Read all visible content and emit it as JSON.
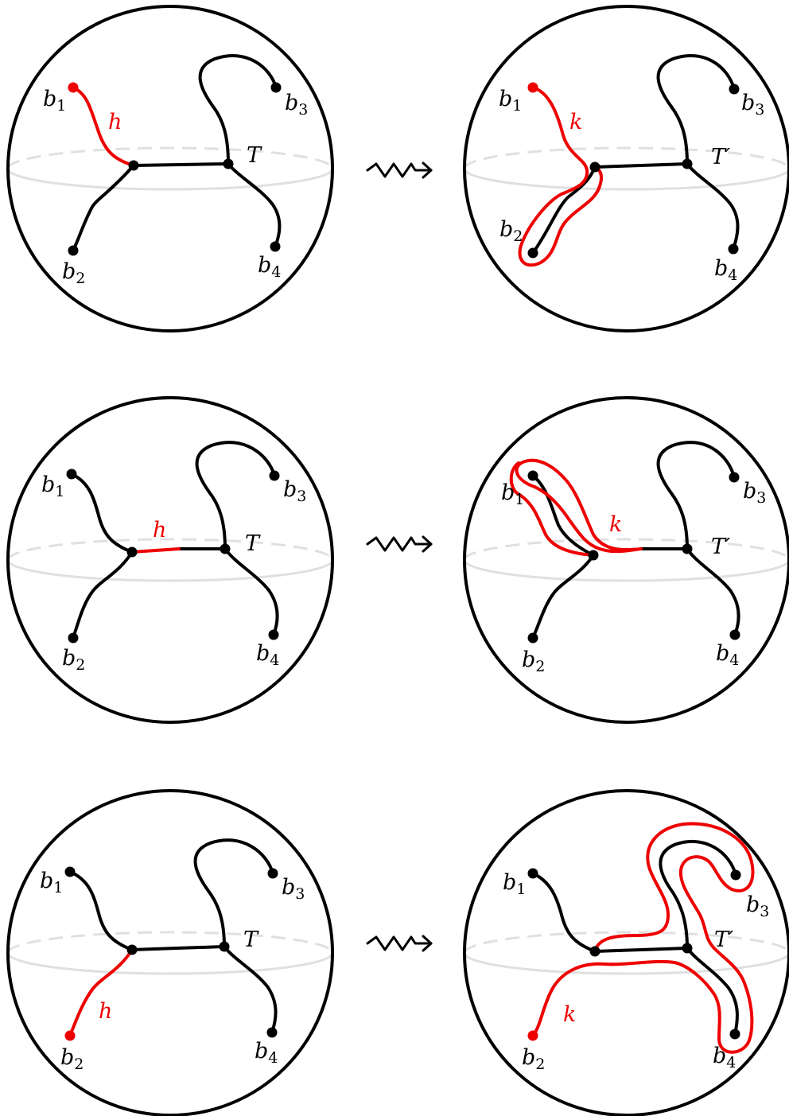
{
  "colors": {
    "stroke": "#000000",
    "highlight": "#ee0000",
    "equator": "#e0e0e0"
  },
  "arrow_icon": "squiggly-arrow-icon",
  "panels": [
    {
      "left": {
        "tree": "T",
        "arc": "h",
        "red_vertices": [
          "b1"
        ],
        "labels": {
          "b1": "b",
          "b1s": "1",
          "b2": "b",
          "b2s": "2",
          "b3": "b",
          "b3s": "3",
          "b4": "b",
          "b4s": "4"
        }
      },
      "right": {
        "tree": "T′",
        "arc": "k",
        "labels": {
          "b1": "b",
          "b1s": "1",
          "b2": "b",
          "b2s": "2",
          "b3": "b",
          "b3s": "3",
          "b4": "b",
          "b4s": "4"
        }
      }
    },
    {
      "left": {
        "tree": "T",
        "arc": "h",
        "labels": {
          "b1": "b",
          "b1s": "1",
          "b2": "b",
          "b2s": "2",
          "b3": "b",
          "b3s": "3",
          "b4": "b",
          "b4s": "4"
        }
      },
      "right": {
        "tree": "T′",
        "arc": "k",
        "labels": {
          "b1": "b",
          "b1s": "1",
          "b2": "b",
          "b2s": "2",
          "b3": "b",
          "b3s": "3",
          "b4": "b",
          "b4s": "4"
        }
      }
    },
    {
      "left": {
        "tree": "T",
        "arc": "h",
        "red_vertices": [
          "b2"
        ],
        "labels": {
          "b1": "b",
          "b1s": "1",
          "b2": "b",
          "b2s": "2",
          "b3": "b",
          "b3s": "3",
          "b4": "b",
          "b4s": "4"
        }
      },
      "right": {
        "tree": "T′",
        "arc": "k",
        "red_vertices": [
          "b2"
        ],
        "labels": {
          "b1": "b",
          "b1s": "1",
          "b2": "b",
          "b2s": "2",
          "b3": "b",
          "b3s": "3",
          "b4": "b",
          "b4s": "4"
        }
      }
    }
  ]
}
